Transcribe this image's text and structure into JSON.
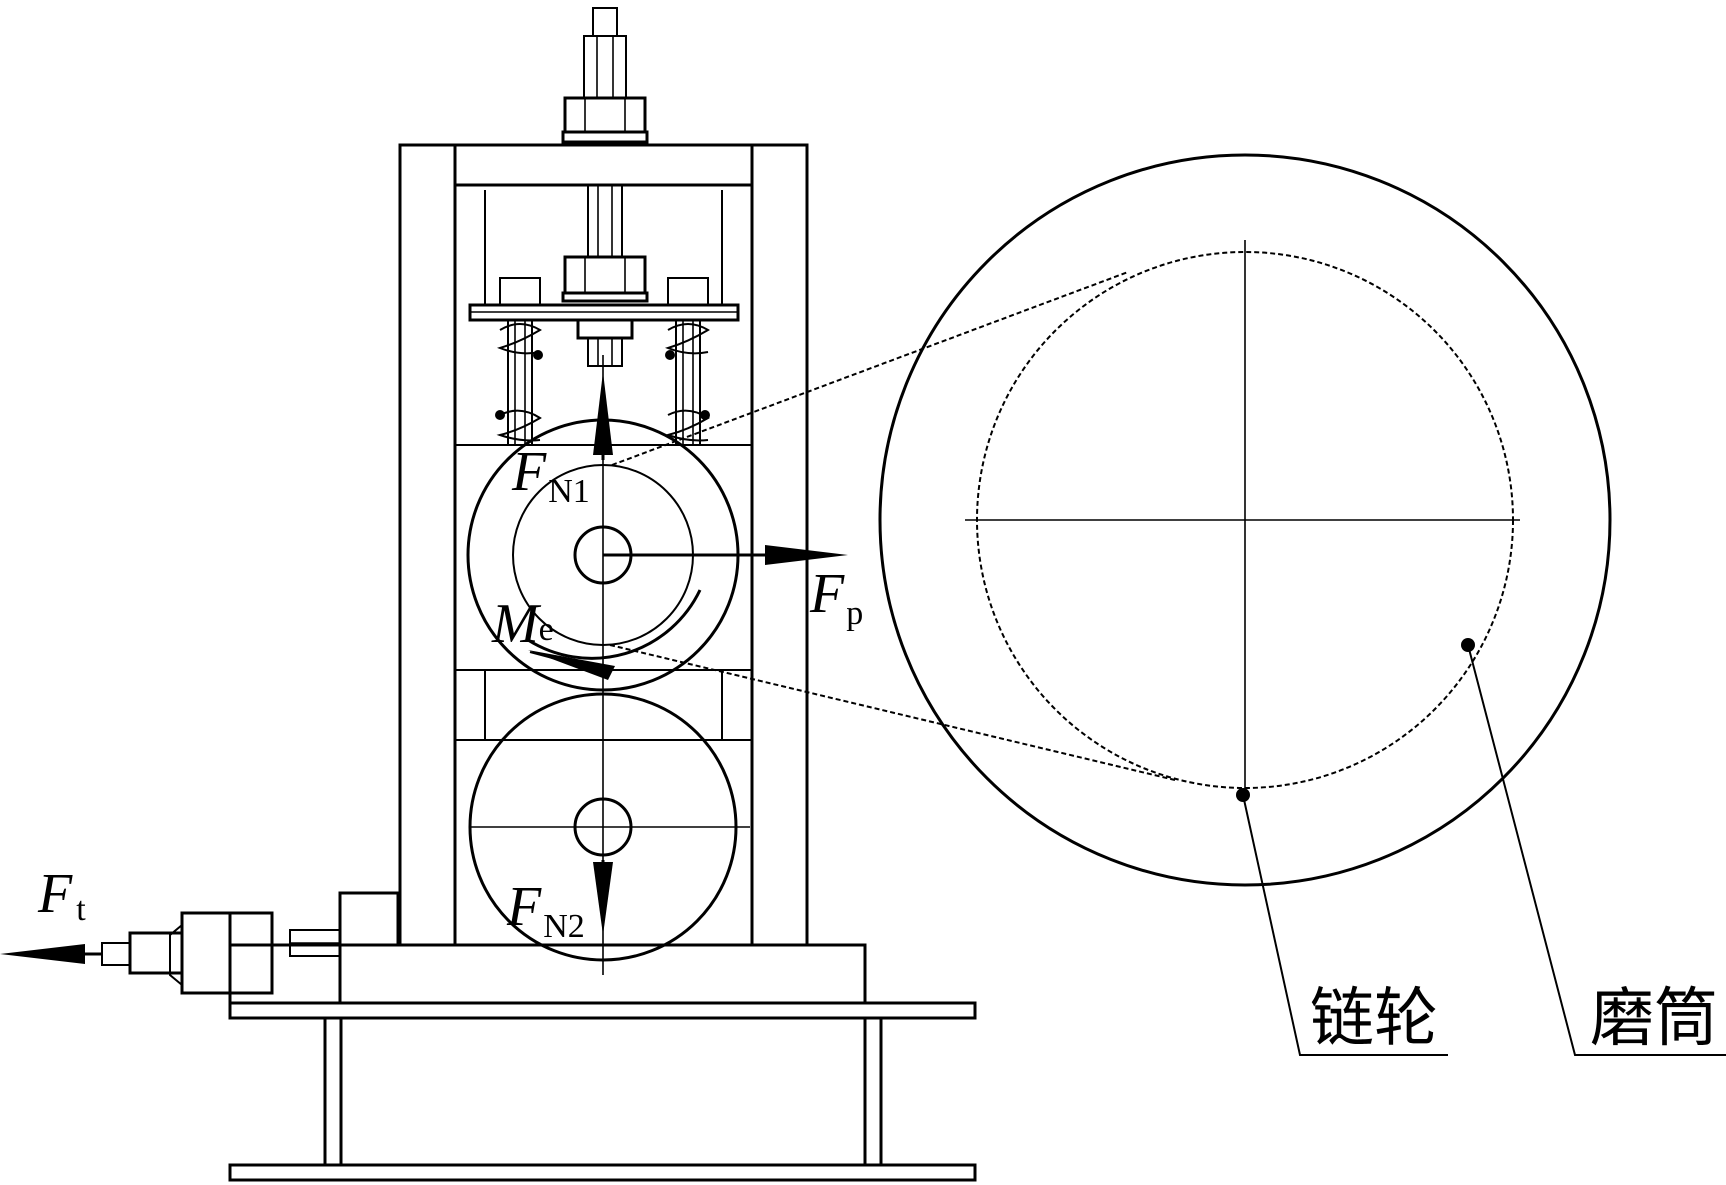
{
  "labels": {
    "force_normal_1": {
      "main": "F",
      "sub": "N1"
    },
    "force_normal_2": {
      "main": "F",
      "sub": "N2"
    },
    "force_pressure": {
      "main": "F",
      "sub": "p"
    },
    "force_tension": {
      "main": "F",
      "sub": "t"
    },
    "moment": {
      "main": "M",
      "sub": "e"
    },
    "sprocket": "链轮",
    "grinding_drum": "磨筒"
  }
}
